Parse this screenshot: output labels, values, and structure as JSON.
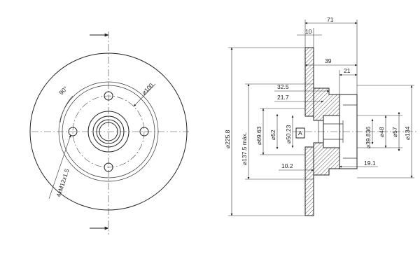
{
  "front_view": {
    "pcd_label": "⌀100",
    "angle_label": "90°",
    "bolt_label": "4xM12x1.5"
  },
  "section_view": {
    "width_total": "71",
    "flange_thickness": "10",
    "dim_39": "39",
    "dim_21": "21",
    "dim_32_5": "32.5",
    "dim_21_7": "21.7",
    "dim_10_2": "10.2",
    "dim_19_1": "19.1",
    "datum": "A",
    "dia_225_8": "⌀225.8",
    "dia_137_5": "⌀137.5 máx.",
    "dia_69_63": "⌀69.63",
    "dia_52": "⌀52",
    "dia_50_23": "⌀50.23",
    "dia_39_836": "⌀39.836",
    "dia_48": "⌀48",
    "dia_57": "⌀57",
    "dia_134": "⌀134"
  }
}
